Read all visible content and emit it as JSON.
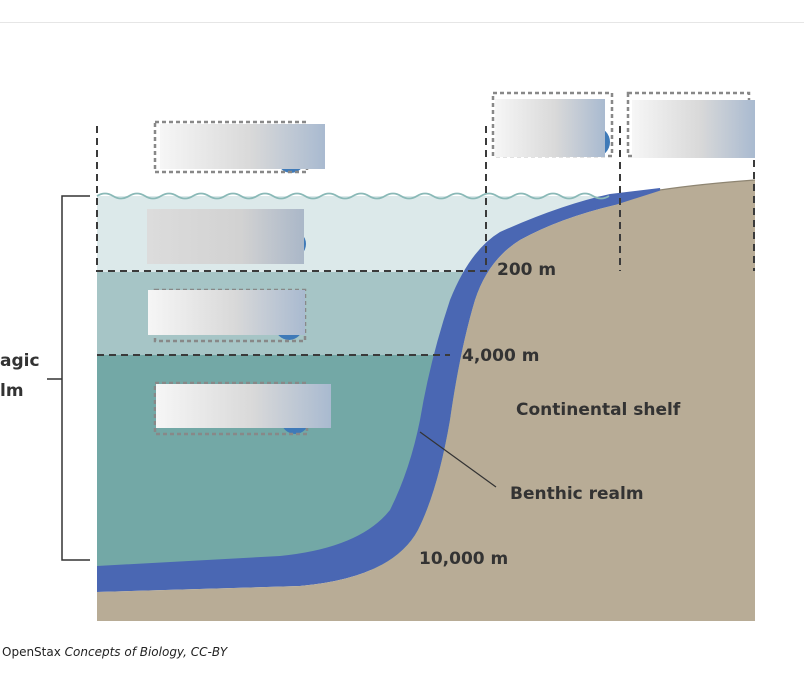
{
  "labels": {
    "depth_200": "200 m",
    "depth_4000": "4,000 m",
    "depth_10000": "10,000 m",
    "continental_shelf": "Continental shelf",
    "benthic_realm": "Benthic realm",
    "pelagic_line1": "agic",
    "pelagic_line2": "lm"
  },
  "credit": {
    "prefix": "OpenStax ",
    "title": "Concepts of Biology",
    "suffix": ", CC-BY"
  },
  "colors": {
    "surface_zone": "#dce9ea",
    "middle_zone": "#a6c5c6",
    "deep_zone": "#73a8a6",
    "land": "#b8ac96",
    "seafloor": "#4a67b3",
    "marker_dot": "#3f7ab8",
    "dashed_box": "#888888"
  }
}
